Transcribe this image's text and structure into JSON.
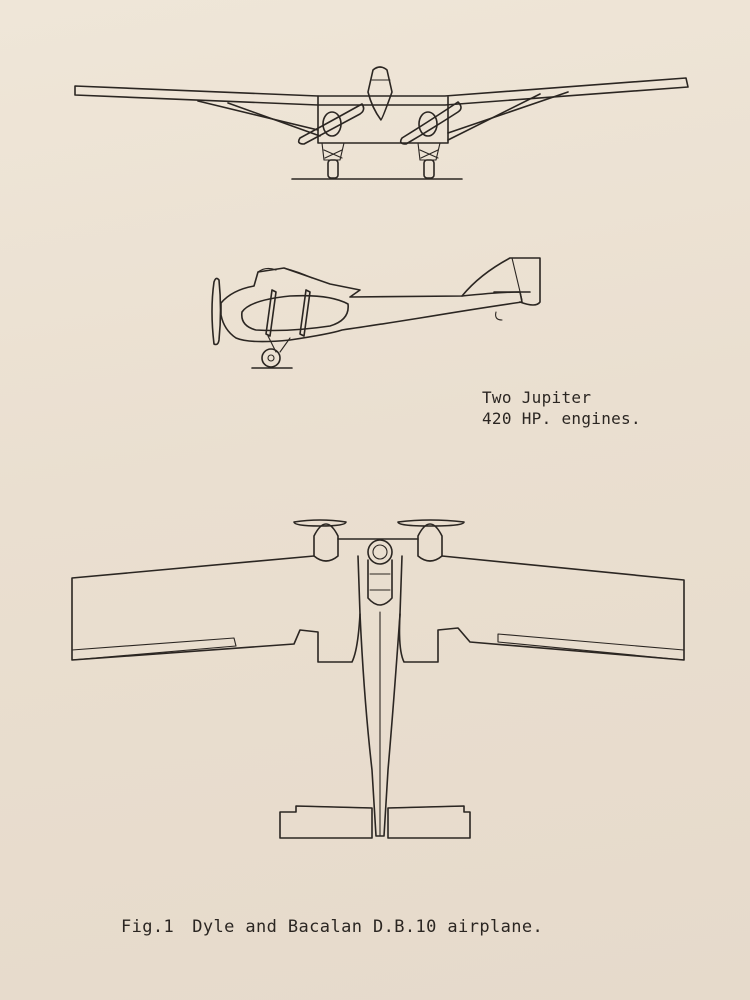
{
  "annotation": {
    "line1": "Two Jupiter",
    "line2": "420 HP. engines."
  },
  "caption": {
    "label": "Fig.1",
    "text": "Dyle and Bacalan D.B.10 airplane."
  },
  "colors": {
    "paper": "#ece2d4",
    "ink": "#2b2622"
  }
}
